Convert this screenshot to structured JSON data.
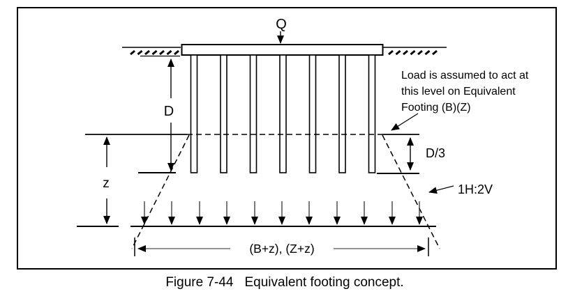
{
  "figure": {
    "number": "Figure 7-44",
    "title": "Equivalent footing concept.",
    "labels": {
      "load": "Q",
      "pile_depth": "D",
      "depth_third": "D/3",
      "zone_depth": "z",
      "slope": "1H:2V",
      "width_dim": "(B+z), (Z+z)"
    },
    "note": {
      "line1": "Load is assumed to act at",
      "line2": "this level on Equivalent",
      "line3": "Footing (B)(Z)"
    },
    "colors": {
      "line": "#000000",
      "background": "#ffffff",
      "dim_line": "#555555"
    }
  }
}
